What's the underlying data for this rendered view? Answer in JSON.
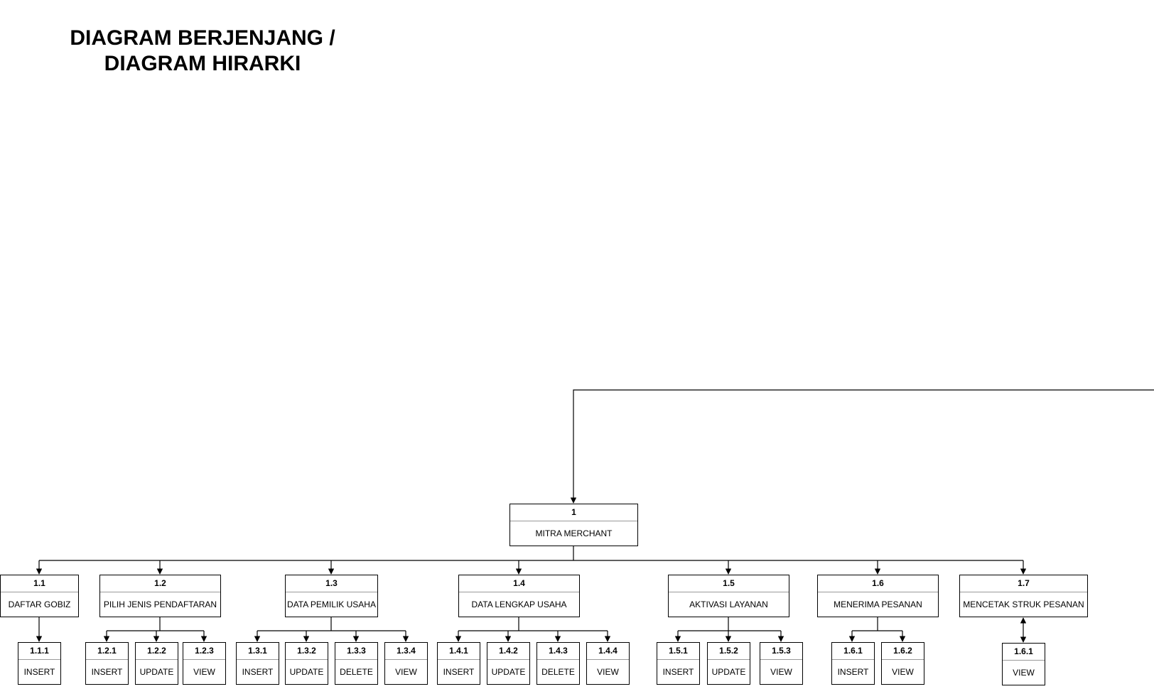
{
  "title": {
    "line1": "DIAGRAM BERJENJANG /",
    "line2": "DIAGRAM HIRARKI"
  },
  "root": {
    "id": "1",
    "label": "MITRA MERCHANT"
  },
  "level1": [
    {
      "id": "1.1",
      "label": "DAFTAR GOBIZ"
    },
    {
      "id": "1.2",
      "label": "PILIH JENIS PENDAFTARAN"
    },
    {
      "id": "1.3",
      "label": "DATA PEMILIK USAHA"
    },
    {
      "id": "1.4",
      "label": "DATA LENGKAP USAHA"
    },
    {
      "id": "1.5",
      "label": "AKTIVASI LAYANAN"
    },
    {
      "id": "1.6",
      "label": "MENERIMA PESANAN"
    },
    {
      "id": "1.7",
      "label": "MENCETAK STRUK PESANAN"
    }
  ],
  "level2": [
    {
      "id": "1.1.1",
      "label": "INSERT"
    },
    {
      "id": "1.2.1",
      "label": "INSERT"
    },
    {
      "id": "1.2.2",
      "label": "UPDATE"
    },
    {
      "id": "1.2.3",
      "label": "VIEW"
    },
    {
      "id": "1.3.1",
      "label": "INSERT"
    },
    {
      "id": "1.3.2",
      "label": "UPDATE"
    },
    {
      "id": "1.3.3",
      "label": "DELETE"
    },
    {
      "id": "1.3.4",
      "label": "VIEW"
    },
    {
      "id": "1.4.1",
      "label": "INSERT"
    },
    {
      "id": "1.4.2",
      "label": "UPDATE"
    },
    {
      "id": "1.4.3",
      "label": "DELETE"
    },
    {
      "id": "1.4.4",
      "label": "VIEW"
    },
    {
      "id": "1.5.1",
      "label": "INSERT"
    },
    {
      "id": "1.5.2",
      "label": "UPDATE"
    },
    {
      "id": "1.5.3",
      "label": "VIEW"
    },
    {
      "id": "1.6.1",
      "label": "INSERT"
    },
    {
      "id": "1.6.2",
      "label": "VIEW"
    },
    {
      "id": "1.6.1",
      "label": "VIEW"
    }
  ]
}
